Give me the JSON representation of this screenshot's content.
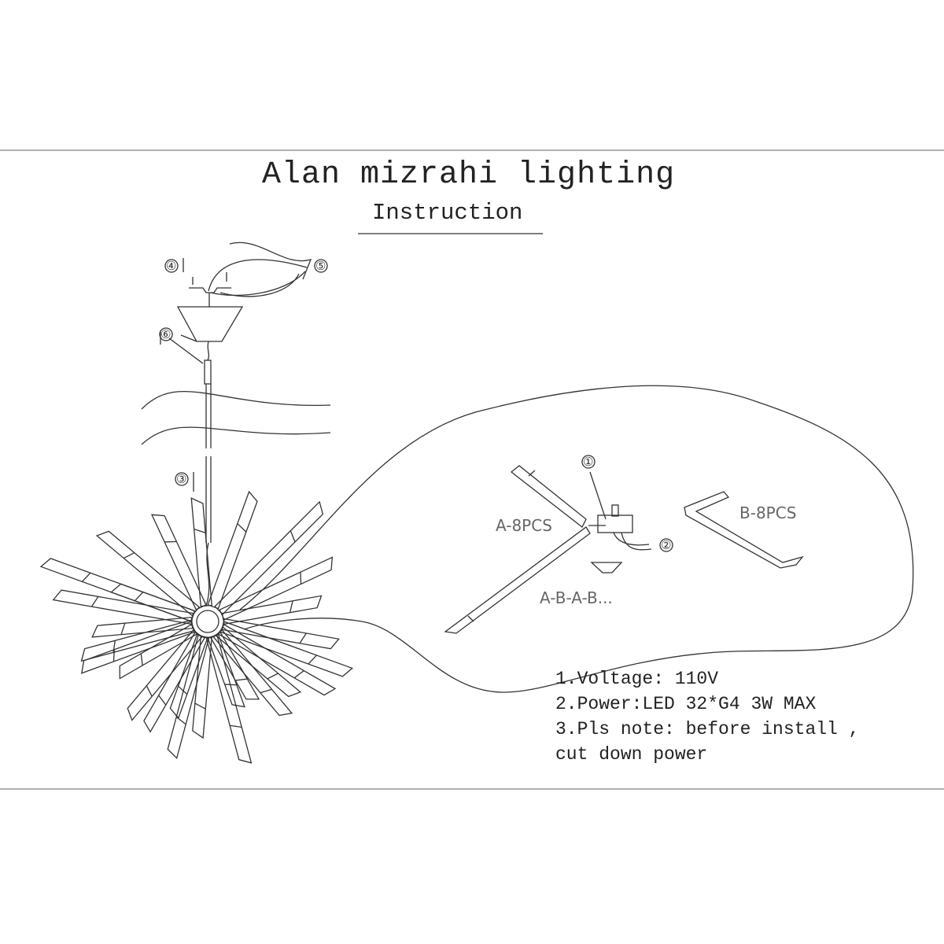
{
  "header": {
    "title": "Alan mizrahi lighting",
    "subtitle": "Instruction"
  },
  "callouts": {
    "c1": "①",
    "c2": "②",
    "c3": "③",
    "c4": "④",
    "c5": "⑤",
    "c6": "⑥"
  },
  "detail": {
    "part_a": "A-8PCS",
    "part_b": "B-8PCS",
    "sequence": "A-B-A-B..."
  },
  "notes": [
    "1.Voltage: 110V",
    "2.Power:LED 32*G4 3W MAX",
    "3.Pls note:  before install ,",
    " cut down power"
  ]
}
